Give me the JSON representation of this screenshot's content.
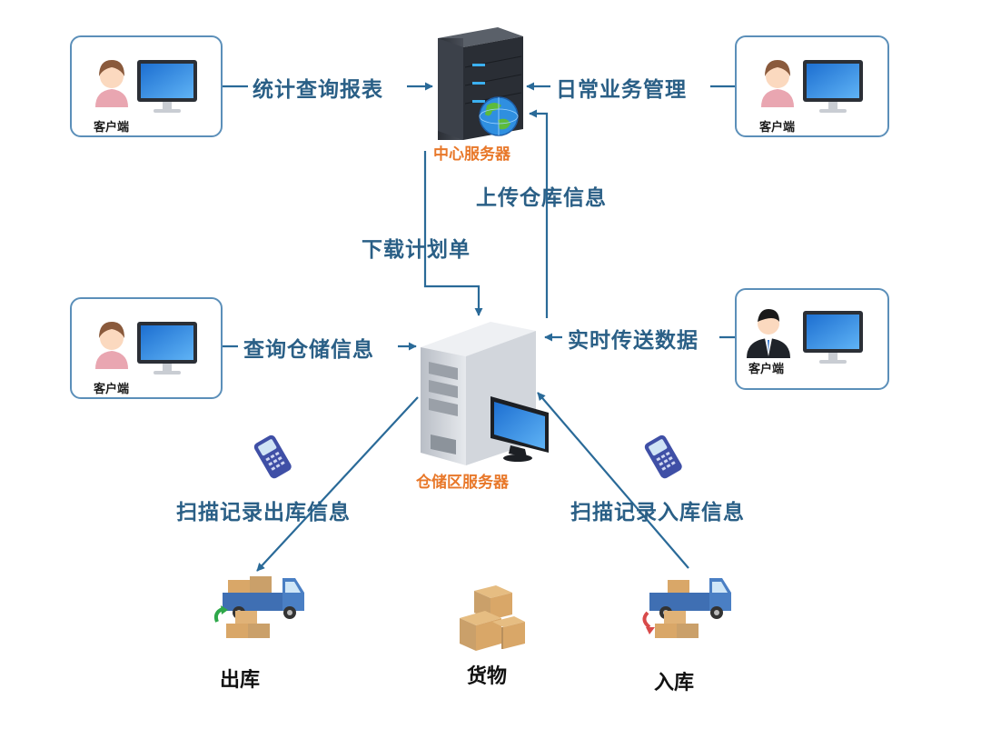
{
  "nodes": {
    "central_server": "中心服务器",
    "warehouse_server": "仓储区服务器",
    "goods": "货物",
    "outbound": "出库",
    "inbound": "入库",
    "client_top_left": "客户端",
    "client_top_right": "客户端",
    "client_mid_left": "客户端",
    "client_mid_right": "客户端"
  },
  "flows": {
    "stats_report": "统计查询报表",
    "daily_management": "日常业务管理",
    "upload_warehouse_info": "上传仓库信息",
    "download_plan": "下载计划单",
    "query_storage_info": "查询仓储信息",
    "realtime_data": "实时传送数据",
    "scan_outbound": "扫描记录出库信息",
    "scan_inbound": "扫描记录入库信息"
  },
  "colors": {
    "arrow": "#2a6a98",
    "label_blue": "#2a5f86",
    "label_orange": "#e8782a",
    "box_border": "#5b8fb9"
  }
}
